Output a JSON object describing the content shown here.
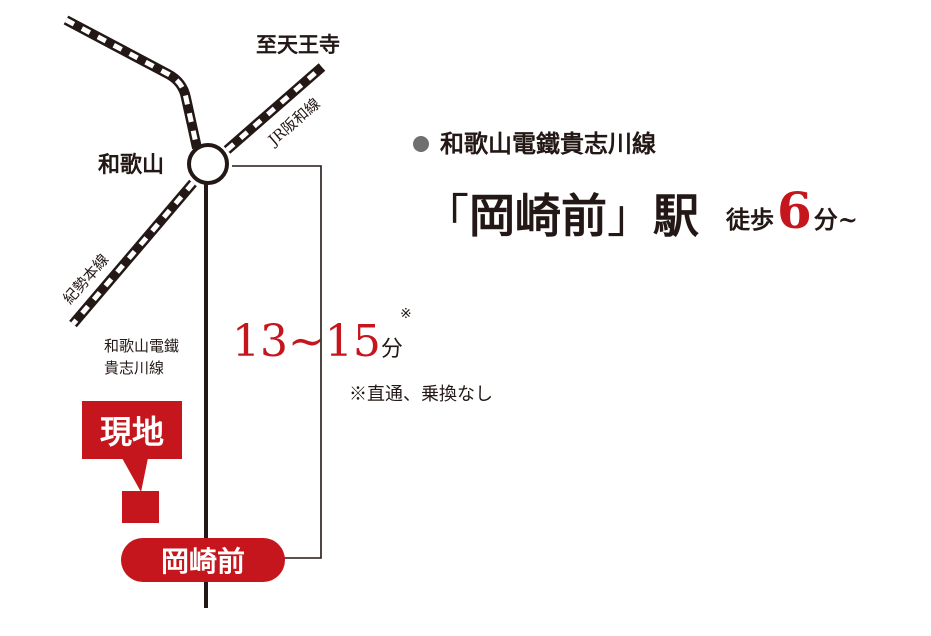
{
  "colors": {
    "ink": "#231815",
    "accent": "#c4161c",
    "bullet": "#6f6f6f",
    "white": "#ffffff"
  },
  "stations": {
    "wakayama": "和歌山",
    "okazakimae": "岡崎前"
  },
  "destinations": {
    "tennoji": "至天王寺"
  },
  "lines": {
    "hanwa": "JR阪和線",
    "kisei": "紀勢本線",
    "kishigawa_line1": "和歌山電鐵",
    "kishigawa_line2": "貴志川線"
  },
  "site": {
    "label": "現地"
  },
  "travel": {
    "time": "13~15",
    "unit": "分",
    "note_mark": "※",
    "note": "※直通、乗換なし"
  },
  "headline": {
    "line_name": "和歌山電鐵貴志川線",
    "station_open": "「",
    "station_name": "岡崎前",
    "station_close": "」",
    "station_suffix": "駅",
    "walk_label": "徒歩",
    "walk_minutes": "6",
    "walk_unit": "分~"
  }
}
